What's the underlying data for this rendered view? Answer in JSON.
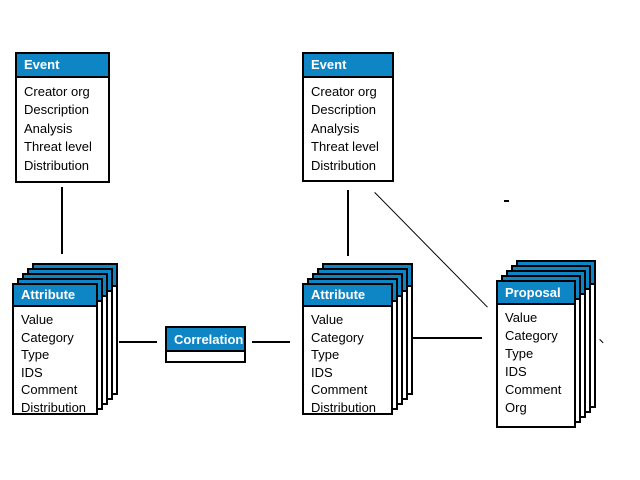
{
  "colors": {
    "header_bg": "#0e86c6",
    "header_text": "#ffffff",
    "border": "#000000",
    "field_text": "#000000",
    "canvas_bg": "#ffffff"
  },
  "entities": {
    "event_left": {
      "title": "Event",
      "fields": [
        "Creator org",
        "Description",
        "Analysis",
        "Threat level",
        "Distribution"
      ]
    },
    "event_right": {
      "title": "Event",
      "fields": [
        "Creator org",
        "Description",
        "Analysis",
        "Threat level",
        "Distribution"
      ]
    },
    "attribute_left": {
      "title": "Attribute",
      "fields": [
        "Value",
        "Category",
        "Type",
        "IDS",
        "Comment",
        "Distribution"
      ]
    },
    "attribute_middle": {
      "title": "Attribute",
      "fields": [
        "Value",
        "Category",
        "Type",
        "IDS",
        "Comment",
        "Distribution"
      ]
    },
    "proposal_right": {
      "title": "Proposal",
      "fields": [
        "Value",
        "Category",
        "Type",
        "IDS",
        "Comment",
        "Org"
      ]
    },
    "correlation": {
      "title": "Correlation"
    }
  },
  "connections": [
    {
      "from": "event_left",
      "to": "attribute_left"
    },
    {
      "from": "event_right",
      "to": "attribute_middle"
    },
    {
      "from": "event_right",
      "to": "proposal_right"
    },
    {
      "from": "attribute_left",
      "to": "correlation"
    },
    {
      "from": "correlation",
      "to": "attribute_middle"
    },
    {
      "from": "attribute_middle",
      "to": "proposal_right"
    }
  ]
}
